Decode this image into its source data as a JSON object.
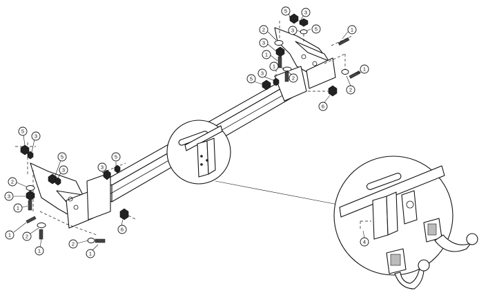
{
  "callouts": {
    "c1a": "1",
    "c1b": "1",
    "c1c": "1",
    "c1d": "1",
    "c1e": "1",
    "c1f": "1",
    "c1g": "1",
    "c2a": "2",
    "c2b": "2",
    "c2c": "2",
    "c2d": "2",
    "c2e": "2",
    "c2f": "2",
    "c3a": "3",
    "c3b": "3",
    "c3c": "3",
    "c3d": "3",
    "c3e": "3",
    "c3f": "3",
    "c3g": "3",
    "c3h": "3",
    "c4a": "4",
    "c5a": "5",
    "c5b": "5",
    "c5c": "5",
    "c5d": "5",
    "c5e": "5",
    "c5f": "5",
    "c6a": "6",
    "c6b": "6"
  }
}
